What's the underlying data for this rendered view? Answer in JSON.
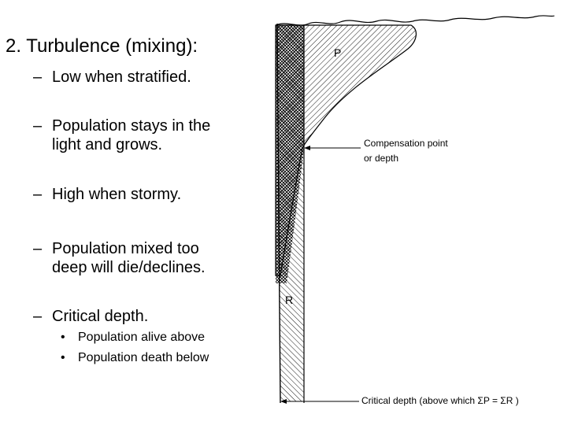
{
  "slide": {
    "heading": "2. Turbulence (mixing):",
    "bullets": [
      {
        "dash": "–",
        "lines": [
          "Low when stratified."
        ]
      },
      {
        "dash": "–",
        "lines": [
          "Population stays in the",
          "light and grows."
        ]
      },
      {
        "dash": "–",
        "lines": [
          "High when stormy."
        ]
      },
      {
        "dash": "–",
        "lines": [
          "Population mixed too",
          "deep will die/declines."
        ]
      },
      {
        "dash": "–",
        "lines": [
          "Critical depth."
        ]
      }
    ],
    "sub_bullets": [
      {
        "dot": "•",
        "text": "Population alive above"
      },
      {
        "dot": "•",
        "text": "Population death below"
      }
    ]
  },
  "diagram": {
    "label_p": "P",
    "label_r": "R",
    "compensation_label_line1": "Compensation point",
    "compensation_label_line2": "or depth",
    "critical_label": "Critical depth (above which ΣP = ΣR )"
  }
}
